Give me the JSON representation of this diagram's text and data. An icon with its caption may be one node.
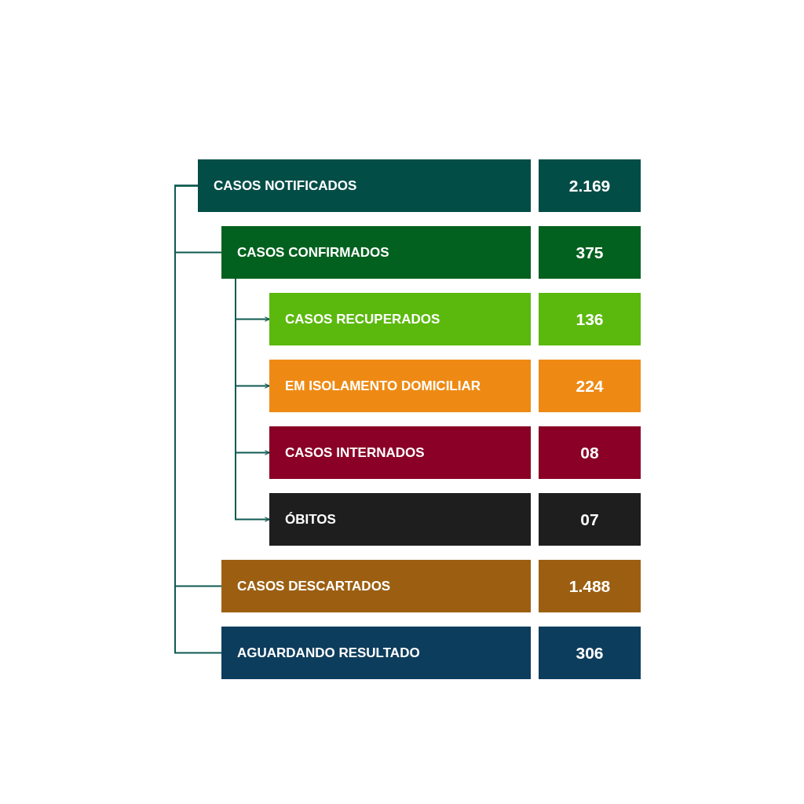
{
  "diagram": {
    "nodes": [
      {
        "text": [
          "CASOS NOTIFICADOS"
        ]
      },
      {
        "text": [
          "2.169"
        ]
      },
      {
        "text": [
          "CASOS CONFIRMADOS"
        ]
      },
      {
        "text": [
          "375"
        ]
      },
      {
        "text": [
          "CASOS RECUPERADOS"
        ]
      },
      {
        "text": [
          "136"
        ]
      },
      {
        "text": [
          "EM ISOLAMENTO DOMICILIAR"
        ]
      },
      {
        "text": [
          "224"
        ]
      },
      {
        "text": [
          "CASOS INTERNADOS"
        ]
      },
      {
        "text": [
          "08"
        ]
      },
      {
        "text": [
          "ÓBITOS"
        ]
      },
      {
        "text": [
          "07"
        ]
      },
      {
        "text": [
          "CASOS DESCARTADOS"
        ]
      },
      {
        "text": [
          "1.488"
        ]
      },
      {
        "text": [
          "AGUARDANDO RESULTADO"
        ]
      },
      {
        "text": [
          "306"
        ]
      }
    ],
    "edges": [
      {
        "from": 0,
        "to": 2,
        "arrow": "none"
      },
      {
        "from": 0,
        "to": 12,
        "arrow": "none"
      },
      {
        "from": 0,
        "to": 14,
        "arrow": "none"
      },
      {
        "from": 2,
        "to": 4,
        "arrow": "to"
      },
      {
        "from": 2,
        "to": 6,
        "arrow": "to"
      },
      {
        "from": 2,
        "to": 8,
        "arrow": "to"
      },
      {
        "from": 2,
        "to": 10,
        "arrow": "to"
      }
    ]
  }
}
